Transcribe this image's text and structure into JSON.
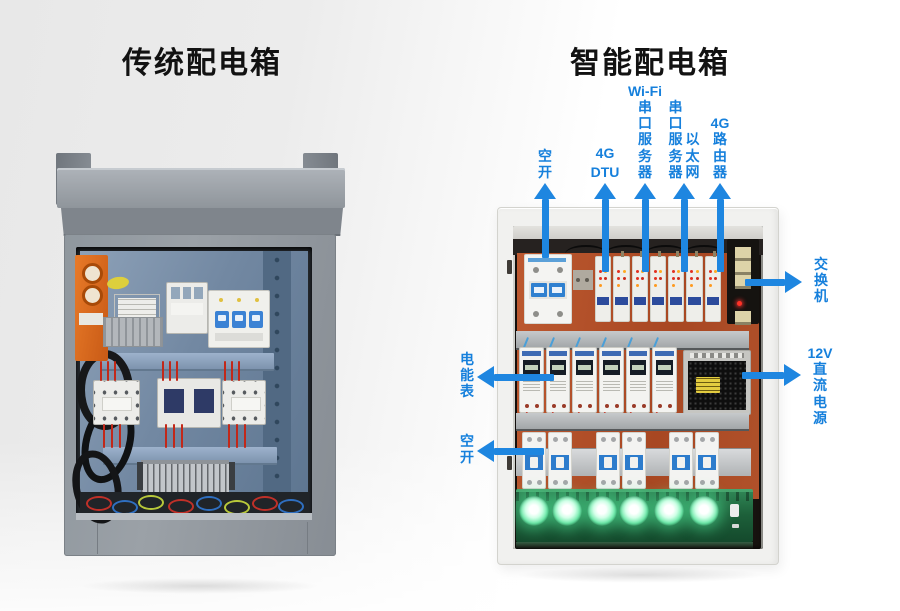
{
  "titles": {
    "left": "传统配电箱",
    "right": "智能配电箱"
  },
  "colors": {
    "accent_blue": "#1680dc",
    "title_color": "#121212",
    "smart_box_frame": "#f1f1ef",
    "traditional_box_gray": "#9ba1a7",
    "backplate_orange": "#b0512a",
    "indicator_green": "#6ce8a8"
  },
  "callouts": {
    "air_switch_top": {
      "text": "空开"
    },
    "dtu_4g": {
      "line1": "4G",
      "line2": "DTU"
    },
    "wifi_serial_server": {
      "line1": "Wi-Fi",
      "text": "串口服务器"
    },
    "serial_server_ethernet": {
      "col1": "串口服务器",
      "col2": "以太网"
    },
    "router_4g": {
      "line1": "4G",
      "text": "路由器"
    },
    "ethernet_switch": {
      "text": "交换机"
    },
    "dc_power_12v": {
      "line1": "12V",
      "text": "直流电源"
    },
    "energy_meter": {
      "text": "电能表"
    },
    "air_switch_left": {
      "text": "空开"
    }
  }
}
